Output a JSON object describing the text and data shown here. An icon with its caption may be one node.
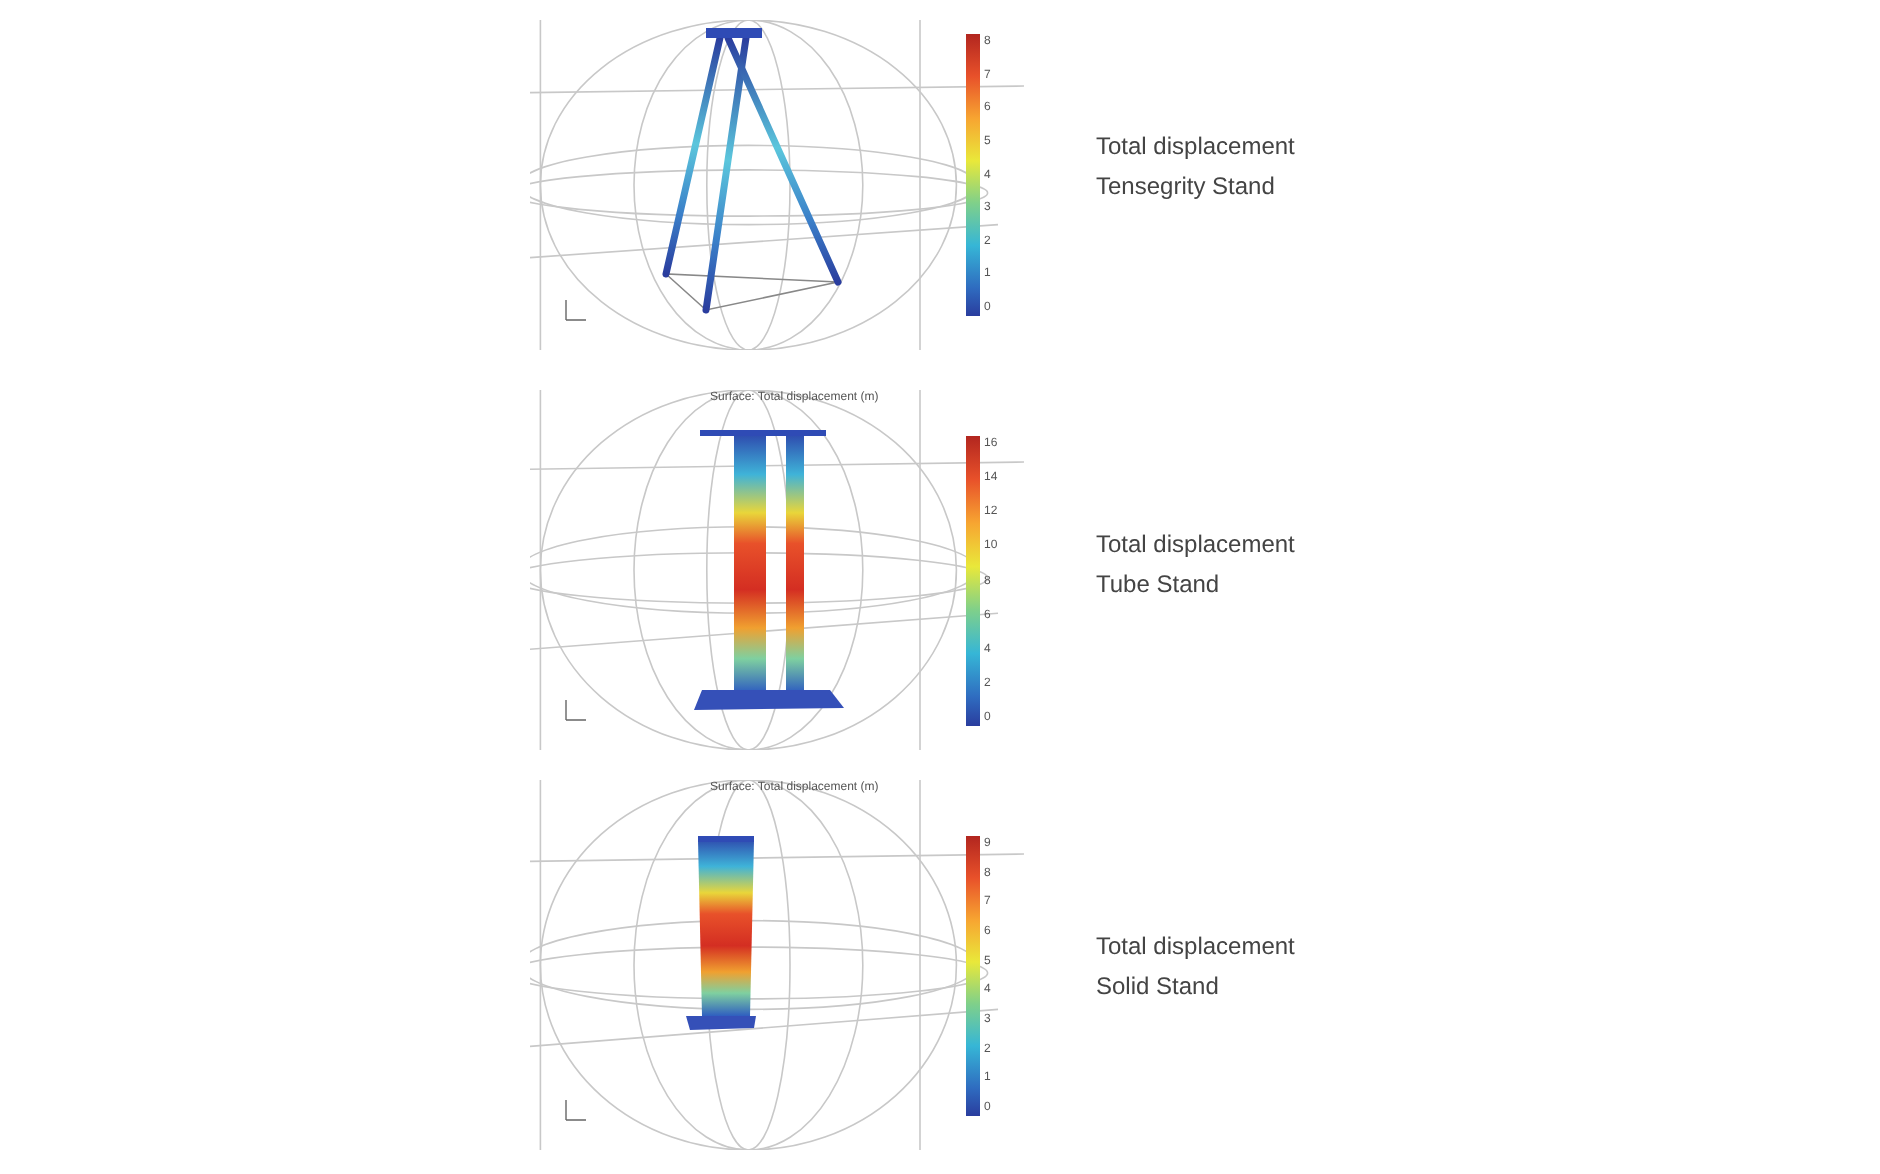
{
  "diagram": {
    "labels": [
      "8",
      "7",
      "6",
      "5",
      "4",
      "3",
      "2",
      "1",
      "0",
      "Total displacement",
      "Tensegrity Stand",
      "Surface: Total displacement (m)",
      "16",
      "14",
      "12",
      "10",
      "8",
      "6",
      "4",
      "2",
      "0",
      "Total displacement",
      "Tube Stand",
      "Surface: Total displacement (m)",
      "9",
      "8",
      "7",
      "6",
      "5",
      "4",
      "3",
      "2",
      "1",
      "0",
      "Total displacement",
      "Solid Stand"
    ]
  }
}
